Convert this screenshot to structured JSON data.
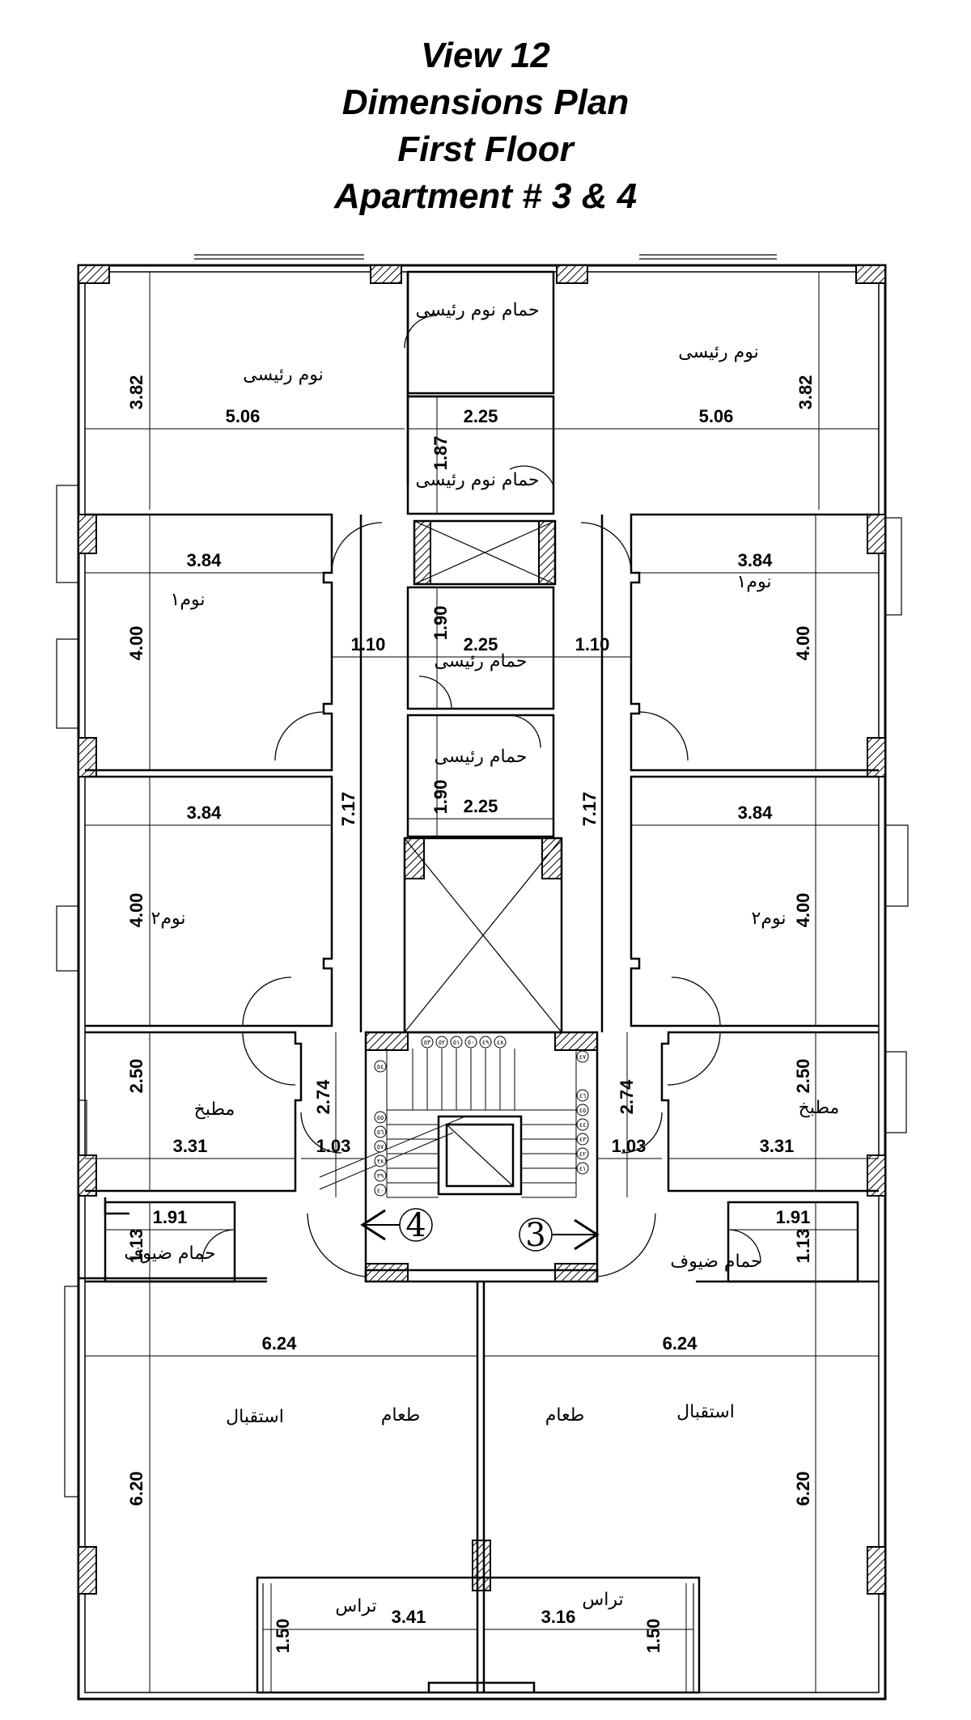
{
  "header": {
    "line1": "View 12",
    "line2": "Dimensions  Plan",
    "line3": "First Floor",
    "line4": "Apartment #  3 & 4"
  },
  "rooms": {
    "master_bed_left": "نوم رئيسى",
    "master_bed_right": "نوم رئيسى",
    "master_bath_top": "حمام نوم رئيسى",
    "master_bath_2": "حمام نوم رئيسى",
    "main_bath_1": "حمام رئيسى",
    "main_bath_2": "حمام رئيسى",
    "bed1_left": "نوم١",
    "bed1_right": "نوم١",
    "bed2_left": "نوم٢",
    "bed2_right": "نوم٢",
    "kitchen_left": "مطبخ",
    "kitchen_right": "مطبخ",
    "guest_bath_left": "حمام ضيوف",
    "guest_bath_right": "حمام ضيوف",
    "dining_left": "طعام",
    "reception_left": "استقبال",
    "dining_right": "طعام",
    "reception_right": "استقبال",
    "terrace_left": "تراس",
    "terrace_right": "تراس"
  },
  "apartments": {
    "left": "4",
    "right": "3"
  },
  "stair_steps": {
    "top_row": [
      "٥٣",
      "٥٢",
      "٥١",
      "٥٠",
      "٤٩",
      "٤٨"
    ],
    "corner_left": "٥٤",
    "corner_right": "٤٧",
    "left_col": [
      "٥٥",
      "٥٦",
      "٥٧",
      "٣٨",
      "٣٩",
      "٤٠"
    ],
    "right_col": [
      "٤٦",
      "٤٥",
      "٤٤",
      "٤٣",
      "٤٢",
      "٤١"
    ]
  },
  "dims": {
    "master_h_l": "3.82",
    "master_w_l": "5.06",
    "master_w_r": "5.06",
    "master_h_r": "3.82",
    "mbath_w": "2.25",
    "mbath_h": "1.87",
    "bed1_w_l": "3.84",
    "bed1_w_r": "3.84",
    "bed1_h_l": "4.00",
    "bed1_h_r": "4.00",
    "corr_l": "1.10",
    "corr_r": "1.10",
    "bath2_h": "1.90",
    "bath2_w": "2.25",
    "bath3_h": "1.90",
    "bath3_w": "2.25",
    "corr_len_l": "7.17",
    "corr_len_r": "7.17",
    "bed2_w_l": "3.84",
    "bed2_w_r": "3.84",
    "bed2_h_l": "4.00",
    "bed2_h_r": "4.00",
    "kit_h_l": "2.50",
    "kit_h_r": "2.50",
    "kit_w_l": "3.31",
    "kit_w_r": "3.31",
    "lob_h_l": "2.74",
    "lob_h_r": "2.74",
    "lob_w_l": "1.03",
    "lob_w_r": "1.03",
    "gb_w_l": "1.91",
    "gb_w_r": "1.91",
    "gb_h_l": "1.13",
    "gb_h_r": "1.13",
    "rec_w_l": "6.24",
    "rec_w_r": "6.24",
    "rec_h_l": "6.20",
    "rec_h_r": "6.20",
    "ter_h_l": "1.50",
    "ter_w_l": "3.41",
    "ter_w_r": "3.16",
    "ter_h_r": "1.50"
  }
}
